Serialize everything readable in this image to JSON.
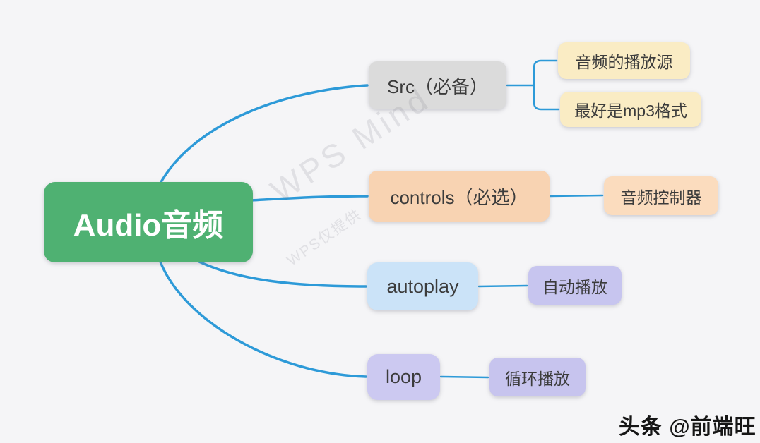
{
  "mindmap": {
    "root": {
      "label": "Audio音频",
      "fill": "#4FB172",
      "text_color": "#ffffff"
    },
    "branches": [
      {
        "id": "src",
        "label": "Src（必备）",
        "fill": "#DBDBDB",
        "children": [
          {
            "label": "音频的播放源",
            "fill": "#FAECC4"
          },
          {
            "label": "最好是mp3格式",
            "fill": "#FAECC4"
          }
        ]
      },
      {
        "id": "controls",
        "label": "controls（必选）",
        "fill": "#F8D3B2",
        "children": [
          {
            "label": "音频控制器",
            "fill": "#FBDCBE"
          }
        ]
      },
      {
        "id": "autoplay",
        "label": "autoplay",
        "fill": "#CBE3F8",
        "children": [
          {
            "label": "自动播放",
            "fill": "#C7C5EF"
          }
        ]
      },
      {
        "id": "loop",
        "label": "loop",
        "fill": "#CCC9F1",
        "children": [
          {
            "label": "循环播放",
            "fill": "#C7C4EE"
          }
        ]
      }
    ],
    "edge_color": "#2D9AD8",
    "background": "#f5f5f7"
  },
  "watermark": {
    "primary": "WPS Mind",
    "secondary": "WPS仅提供"
  },
  "attribution": {
    "text": "头条 @前端旺"
  }
}
